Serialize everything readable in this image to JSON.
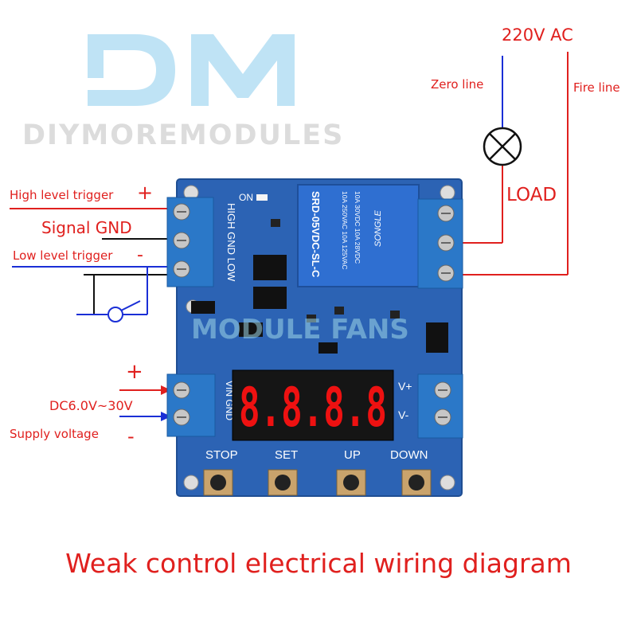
{
  "brand": {
    "logo_letters": "DM",
    "name": "DIYMOREMODULES",
    "watermark": "MODULE FANS",
    "logo_color": "#bfe3f5",
    "name_color": "#dcdcdc"
  },
  "labels": {
    "voltage_ac": "220V AC",
    "zero_line": "Zero line",
    "fire_line": "Fire line",
    "load": "LOAD",
    "high_trigger": "High level trigger",
    "signal_gnd": "Signal GND",
    "low_trigger": "Low level trigger",
    "plus": "+",
    "minus": "-",
    "dc_range": "DC6.0V~30V",
    "supply": "Supply voltage"
  },
  "board": {
    "on_label": "ON",
    "trigger_terminals": "HIGH GND LOW",
    "power_terminals": "VIN GND",
    "out_plus": "V+",
    "out_minus": "V-",
    "relay_model": "SRD-05VDC-SL-C",
    "relay_line1": "10A 250VAC  10A 125VAC",
    "relay_line2": "10A 30VDC  10A 28VDC",
    "relay_brand": "SONGLE",
    "display": "8.8.8.8",
    "buttons": [
      "STOP",
      "SET",
      "UP",
      "DOWN"
    ],
    "pcb_color": "#2c63b4",
    "terminal_color": "#2b78c8"
  },
  "caption": "Weak control electrical wiring diagram",
  "colors": {
    "accent": "#e0201e",
    "blue_wire": "#1a2fd6",
    "black_wire": "#111111"
  }
}
